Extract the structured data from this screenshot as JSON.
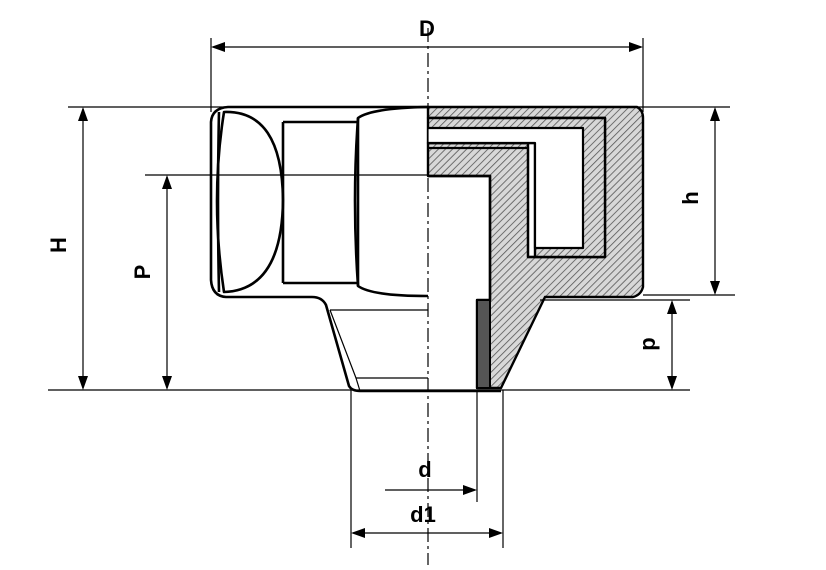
{
  "dimensions": {
    "D": "D",
    "H": "H",
    "h": "h",
    "P": "P",
    "p": "p",
    "d": "d",
    "d1": "d1"
  }
}
